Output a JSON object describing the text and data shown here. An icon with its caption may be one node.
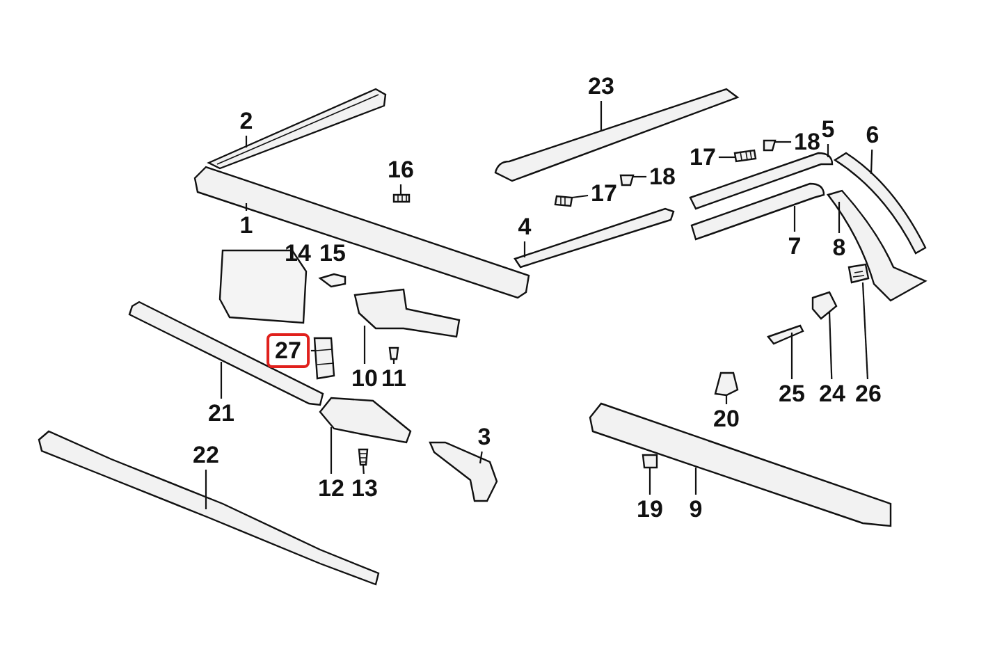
{
  "diagram": {
    "nodes": [
      {
        "text": [
          "2"
        ]
      },
      {
        "text": [
          "23"
        ]
      },
      {
        "text": [
          "16"
        ]
      },
      {
        "text": [
          "17"
        ]
      },
      {
        "text": [
          "18"
        ]
      },
      {
        "text": [
          "5"
        ]
      },
      {
        "text": [
          "6"
        ]
      },
      {
        "text": [
          "17"
        ]
      },
      {
        "text": [
          "18"
        ]
      },
      {
        "text": [
          "1"
        ]
      },
      {
        "text": [
          "4"
        ]
      },
      {
        "text": [
          "7"
        ]
      },
      {
        "text": [
          "8"
        ]
      },
      {
        "text": [
          "27"
        ]
      },
      {
        "text": [
          "10"
        ]
      },
      {
        "text": [
          "11"
        ]
      },
      {
        "text": [
          "21"
        ]
      },
      {
        "text": [
          "20"
        ]
      },
      {
        "text": [
          "25"
        ]
      },
      {
        "text": [
          "24"
        ]
      },
      {
        "text": [
          "26"
        ]
      },
      {
        "text": [
          "3"
        ]
      },
      {
        "text": [
          "12"
        ]
      },
      {
        "text": [
          "13"
        ]
      },
      {
        "text": [
          "22"
        ]
      },
      {
        "text": [
          "19"
        ]
      },
      {
        "text": [
          "9"
        ]
      },
      {
        "text": [],
        "shape": "picture"
      },
      {
        "text": [],
        "shape": "picture"
      },
      {
        "text": [],
        "shape": "picture"
      },
      {
        "text": [],
        "shape": "picture"
      },
      {
        "text": [],
        "shape": "picture"
      },
      {
        "text": [],
        "shape": "picture"
      },
      {
        "text": [],
        "shape": "picture"
      },
      {
        "text": [],
        "shape": "picture"
      },
      {
        "text": [],
        "shape": "picture"
      },
      {
        "text": [],
        "shape": "picture"
      },
      {
        "text": [],
        "shape": "picture"
      },
      {
        "text": [],
        "shape": "picture"
      },
      {
        "text": [],
        "shape": "picture"
      },
      {
        "text": [],
        "shape": "picture"
      },
      {
        "text": [],
        "shape": "picture"
      },
      {
        "text": [],
        "shape": "picture"
      },
      {
        "text": [],
        "shape": "picture"
      },
      {
        "text": [],
        "shape": "picture"
      },
      {
        "text": [],
        "shape": "picture"
      },
      {
        "text": [],
        "shape": "picture"
      },
      {
        "text": [],
        "shape": "picture"
      },
      {
        "text": [],
        "shape": "picture"
      },
      {
        "text": [],
        "shape": "picture"
      },
      {
        "text": [],
        "shape": "picture"
      },
      {
        "text": [],
        "shape": "picture"
      },
      {
        "text": [],
        "shape": "picture"
      },
      {
        "text": [],
        "shape": "picture"
      }
    ],
    "edges": [
      {
        "from": 0,
        "to": 27,
        "arrow": "none"
      },
      {
        "from": 1,
        "to": 28,
        "arrow": "none"
      },
      {
        "from": 2,
        "to": 29,
        "arrow": "none"
      },
      {
        "from": 3,
        "to": 30,
        "arrow": "none"
      },
      {
        "from": 4,
        "to": 31,
        "arrow": "none"
      },
      {
        "from": 5,
        "to": 32,
        "arrow": "none"
      },
      {
        "from": 6,
        "to": 33,
        "arrow": "none"
      },
      {
        "from": 7,
        "to": 34,
        "arrow": "none"
      },
      {
        "from": 8,
        "to": 35,
        "arrow": "none"
      },
      {
        "from": 9,
        "to": 36,
        "arrow": "none"
      },
      {
        "from": 10,
        "to": 37,
        "arrow": "none"
      },
      {
        "from": 11,
        "to": 38,
        "arrow": "none"
      },
      {
        "from": 12,
        "to": 39,
        "arrow": "none"
      },
      {
        "from": 13,
        "to": 40,
        "arrow": "none"
      },
      {
        "from": 14,
        "to": 41,
        "arrow": "none"
      },
      {
        "from": 15,
        "to": 42,
        "arrow": "none"
      },
      {
        "from": 16,
        "to": 43,
        "arrow": "none"
      },
      {
        "from": 17,
        "to": 44,
        "arrow": "none"
      },
      {
        "from": 18,
        "to": 45,
        "arrow": "none"
      },
      {
        "from": 19,
        "to": 46,
        "arrow": "none"
      },
      {
        "from": 20,
        "to": 47,
        "arrow": "none"
      },
      {
        "from": 21,
        "to": 48,
        "arrow": "none"
      },
      {
        "from": 22,
        "to": 49,
        "arrow": "none"
      },
      {
        "from": 23,
        "to": 50,
        "arrow": "none"
      },
      {
        "from": 24,
        "to": 51,
        "arrow": "none"
      },
      {
        "from": 25,
        "to": 52,
        "arrow": "none"
      },
      {
        "from": 26,
        "to": 53,
        "arrow": "none"
      }
    ],
    "labels": [
      "14",
      "15"
    ]
  }
}
